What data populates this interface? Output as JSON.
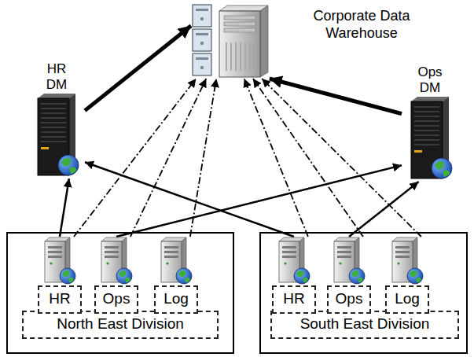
{
  "diagram": {
    "nodes": [
      {
        "text": [
          "Corporate Data Warehouse"
        ]
      },
      {
        "text": [
          "HR DM"
        ]
      },
      {
        "text": [
          "Ops DM"
        ]
      },
      {
        "text": [
          "North East Division"
        ]
      },
      {
        "text": [
          "HR"
        ],
        "in": 3
      },
      {
        "text": [
          "Ops"
        ],
        "in": 3
      },
      {
        "text": [
          "Log"
        ],
        "in": 3
      },
      {
        "text": [
          "South East Division"
        ]
      },
      {
        "text": [
          "HR"
        ],
        "in": 7
      },
      {
        "text": [
          "Ops"
        ],
        "in": 7
      },
      {
        "text": [
          "Log"
        ],
        "in": 7
      }
    ],
    "edges": [
      {
        "from": 1,
        "to": 0,
        "arrow": "to"
      },
      {
        "from": 2,
        "to": 0,
        "arrow": "to"
      },
      {
        "from": 4,
        "to": 1,
        "arrow": "to"
      },
      {
        "from": 5,
        "to": 2,
        "arrow": "to"
      },
      {
        "from": 8,
        "to": 1,
        "arrow": "to"
      },
      {
        "from": 9,
        "to": 2,
        "arrow": "to"
      },
      {
        "from": 4,
        "to": 0,
        "arrow": "to"
      },
      {
        "from": 5,
        "to": 0,
        "arrow": "to"
      },
      {
        "from": 6,
        "to": 0,
        "arrow": "to"
      },
      {
        "from": 8,
        "to": 0,
        "arrow": "to"
      },
      {
        "from": 9,
        "to": 0,
        "arrow": "to"
      },
      {
        "from": 10,
        "to": 0,
        "arrow": "to"
      }
    ]
  }
}
